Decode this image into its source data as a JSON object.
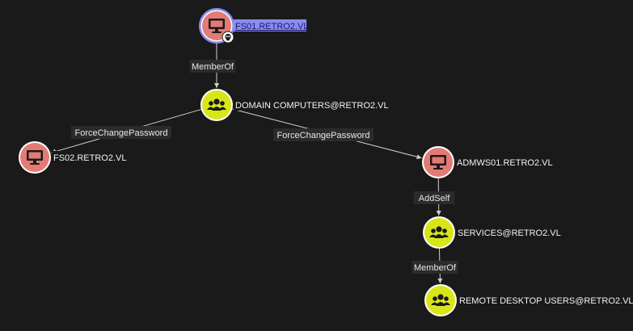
{
  "graph": {
    "colors": {
      "computer_node": "#e47a74",
      "group_node": "#d8e619",
      "selected_ring": "#8b8cf2",
      "icon": "#1a1a1a"
    },
    "nodes": [
      {
        "id": "fs01",
        "kind": "computer",
        "label": "FS01.RETRO2.VL",
        "selected": true,
        "badge_icon": "skull-badge-icon"
      },
      {
        "id": "domain_computers",
        "kind": "group",
        "label": "DOMAIN COMPUTERS@RETRO2.VL"
      },
      {
        "id": "fs02",
        "kind": "computer",
        "label": "FS02.RETRO2.VL"
      },
      {
        "id": "admws01",
        "kind": "computer",
        "label": "ADMWS01.RETRO2.VL"
      },
      {
        "id": "services",
        "kind": "group",
        "label": "SERVICES@RETRO2.VL"
      },
      {
        "id": "rdu",
        "kind": "group",
        "label": "REMOTE DESKTOP USERS@RETRO2.VL"
      }
    ],
    "edges": [
      {
        "from": "fs01",
        "to": "domain_computers",
        "label": "MemberOf"
      },
      {
        "from": "domain_computers",
        "to": "fs02",
        "label": "ForceChangePassword"
      },
      {
        "from": "domain_computers",
        "to": "admws01",
        "label": "ForceChangePassword"
      },
      {
        "from": "admws01",
        "to": "services",
        "label": "AddSelf"
      },
      {
        "from": "services",
        "to": "rdu",
        "label": "MemberOf"
      }
    ]
  }
}
